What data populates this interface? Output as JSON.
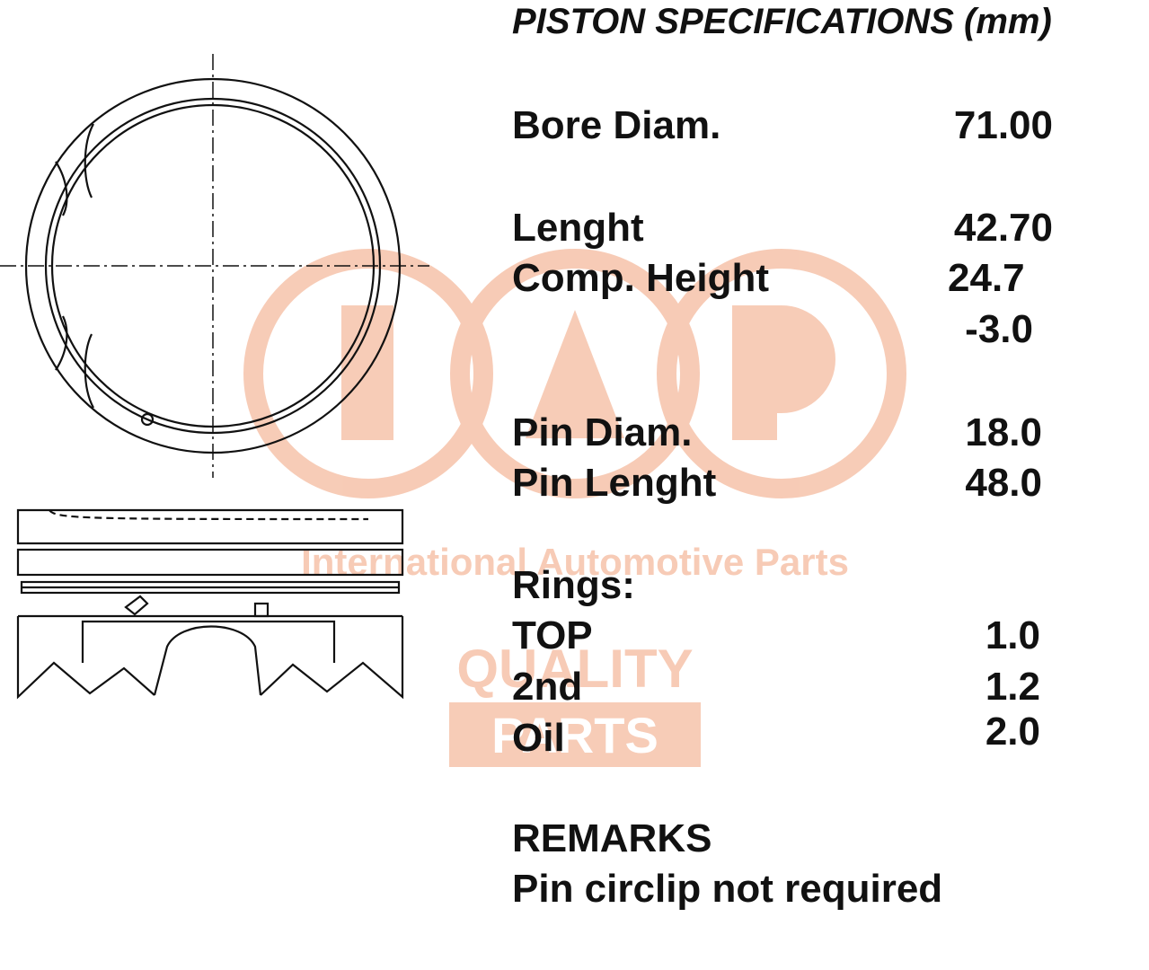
{
  "title": "PISTON SPECIFICATIONS (mm)",
  "specs": {
    "bore_label": "Bore Diam.",
    "bore_value": "71.00",
    "length_label": "Lenght",
    "length_value": "42.70",
    "comp_label": "Comp. Height",
    "comp_value": "24.7",
    "offset_value": "-3.0",
    "pin_diam_label": "Pin Diam.",
    "pin_diam_value": "18.0",
    "pin_len_label": "Pin Lenght",
    "pin_len_value": "48.0"
  },
  "rings": {
    "heading": "Rings:",
    "top_label": "TOP",
    "top_value": "1.0",
    "second_label": "2nd",
    "second_value": "1.2",
    "oil_label": "Oil",
    "oil_value": "2.0"
  },
  "remarks": {
    "heading": "REMARKS",
    "text": "Pin circlip not required"
  },
  "watermark": {
    "line1": "International Automotive Parts",
    "line2": "QUALITY",
    "line3": "PARTS",
    "color": "#f5c2a8"
  }
}
